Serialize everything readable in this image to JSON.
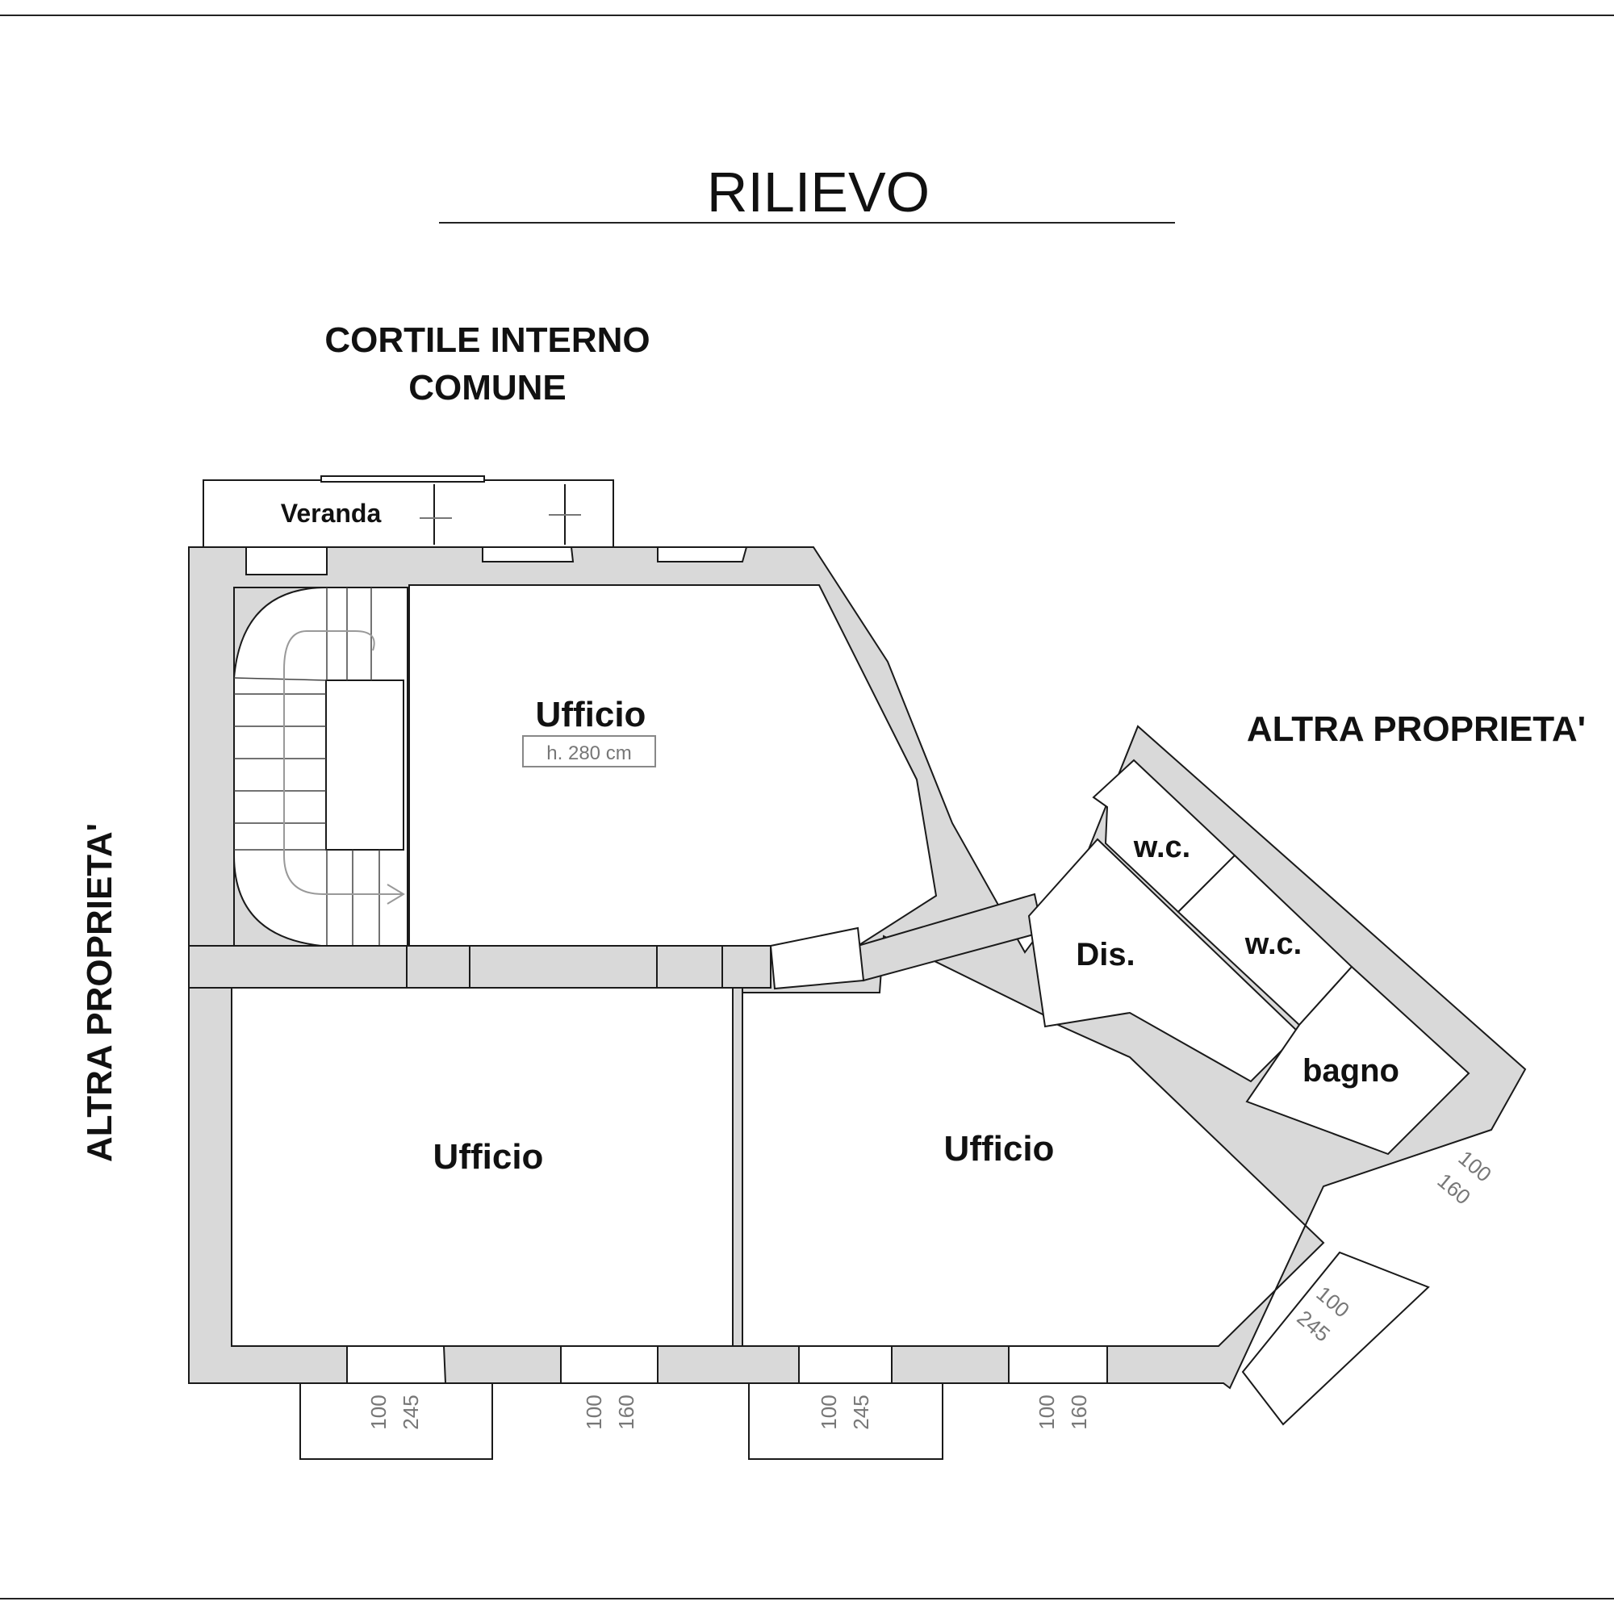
{
  "title": "RILIEVO",
  "surroundings": {
    "courtyard_line1": "CORTILE INTERNO",
    "courtyard_line2": "COMUNE",
    "other_property_right": "ALTRA PROPRIETA'",
    "other_property_left": "ALTRA PROPRIETA'"
  },
  "rooms": {
    "veranda": "Veranda",
    "office_top": "Ufficio",
    "office_top_height": "h. 280 cm",
    "office_bottom_left": "Ufficio",
    "office_bottom_right": "Ufficio",
    "corridor": "Dis.",
    "wc_1": "w.c.",
    "wc_2": "w.c.",
    "bathroom": "bagno"
  },
  "windows": [
    {
      "width": "100",
      "height": "245"
    },
    {
      "width": "100",
      "height": "160"
    },
    {
      "width": "100",
      "height": "245"
    },
    {
      "width": "100",
      "height": "160"
    },
    {
      "width": "100",
      "height": "245"
    },
    {
      "width": "100",
      "height": "160"
    }
  ],
  "colors": {
    "wall_fill": "#d9d9d9",
    "line": "#1a1a1a",
    "dimension_text": "#777777"
  }
}
